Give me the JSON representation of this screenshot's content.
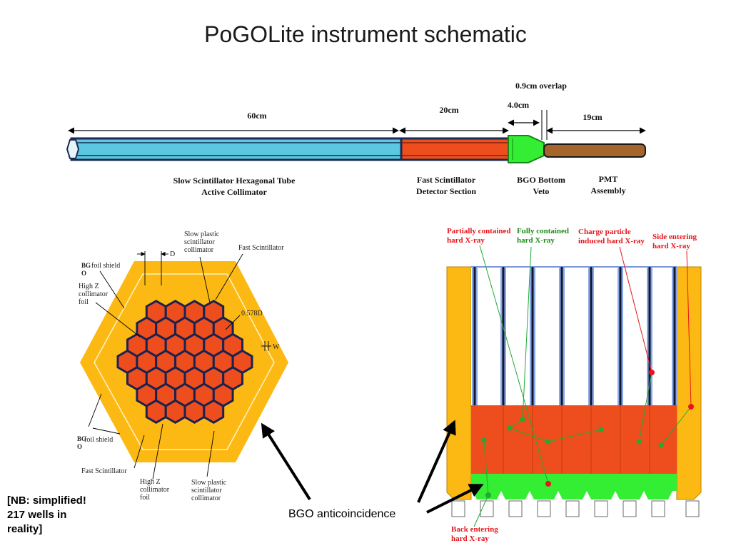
{
  "title": "PoGOLite instrument schematic",
  "dimensions": {
    "d60": "60cm",
    "d20": "20cm",
    "d40": "4.0cm",
    "d09": "0.9cm overlap",
    "d19": "19cm"
  },
  "sections": {
    "slow_line1": "Slow Scintillator Hexagonal Tube",
    "slow_line2": "Active Collimator",
    "fast_line1": "Fast Scintillator",
    "fast_line2": "Detector Section",
    "bgo_line1": "BGO Bottom",
    "bgo_line2": "Veto",
    "pmt_line1": "PMT",
    "pmt_line2": "Assembly"
  },
  "hex_labels": {
    "slow_plastic_top_1": "Slow plastic",
    "slow_plastic_top_2": "scintillator",
    "slow_plastic_top_3": "collimator",
    "fast_top": "Fast Scintillator",
    "d": "D",
    "bgo_top_1": "BG",
    "bgo_top_2": "O",
    "foil_shield_top": "foil shield",
    "highz_1": "High Z",
    "highz_2": "collimator",
    "highz_3": "foil",
    "ratio": "0.578D",
    "w": "W",
    "bgo_bot_1": "BG",
    "bgo_bot_2": "O",
    "foil_shield_bot": "foil shield",
    "fast_bottom": "Fast Scintillator",
    "highz_b1": "High Z",
    "highz_b2": "collimator",
    "highz_b3": "foil",
    "slow_b1": "Slow plastic",
    "slow_b2": "scintillator",
    "slow_b3": "collimator"
  },
  "event_labels": {
    "partial_1": "Partially contained",
    "partial_2": "hard X-ray",
    "full_1": "Fully contained",
    "full_2": "hard X-ray",
    "charge_1": "Charge particle",
    "charge_2": "induced hard X-ray",
    "side_1": "Side entering",
    "side_2": "hard X-ray",
    "back_1": "Back entering",
    "back_2": "hard X-ray"
  },
  "note_1": "[NB: simplified!",
  "note_2": "217 wells in",
  "note_3": "reality]",
  "bgo_anticoincidence": "BGO anticoincidence",
  "colors": {
    "slow": "#59c8e0",
    "fast": "#ee4e1d",
    "bgo": "#33ee33",
    "pmt": "#a5652a",
    "shield": "#fdb913",
    "red_text": "#e8141a",
    "green_text": "#1e8c1e"
  }
}
